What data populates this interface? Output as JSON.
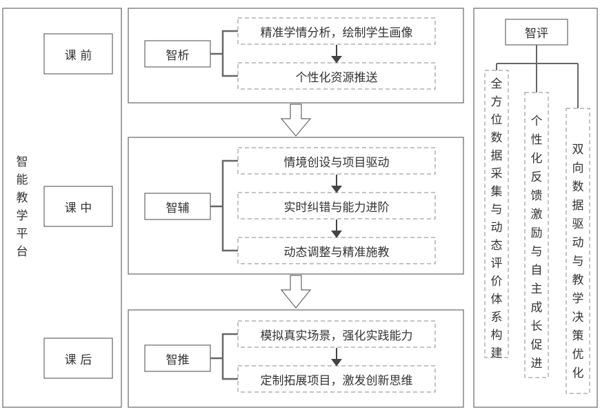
{
  "platform": {
    "title": "智能教学平台"
  },
  "phases": [
    {
      "label": "课 前"
    },
    {
      "label": "课 中"
    },
    {
      "label": "课 后"
    }
  ],
  "stages": [
    {
      "name": "智析",
      "steps": [
        "精准学情分析，绘制学生画像",
        "个性化资源推送"
      ]
    },
    {
      "name": "智辅",
      "steps": [
        "情境创设与项目驱动",
        "实时纠错与能力进阶",
        "动态调整与精准施教"
      ]
    },
    {
      "name": "智推",
      "steps": [
        "模拟真实场景，强化实践能力",
        "定制拓展项目，激发创新思维"
      ]
    }
  ],
  "evaluation": {
    "title": "智评",
    "items": [
      "全方位数据采集与动态评价体系构建",
      "个性化反馈激励与自主成长促进",
      "双向数据驱动与教学决策优化"
    ]
  },
  "colors": {
    "stroke": "#666666",
    "dash": "#888888",
    "arrow_fill": "#ffffff"
  }
}
